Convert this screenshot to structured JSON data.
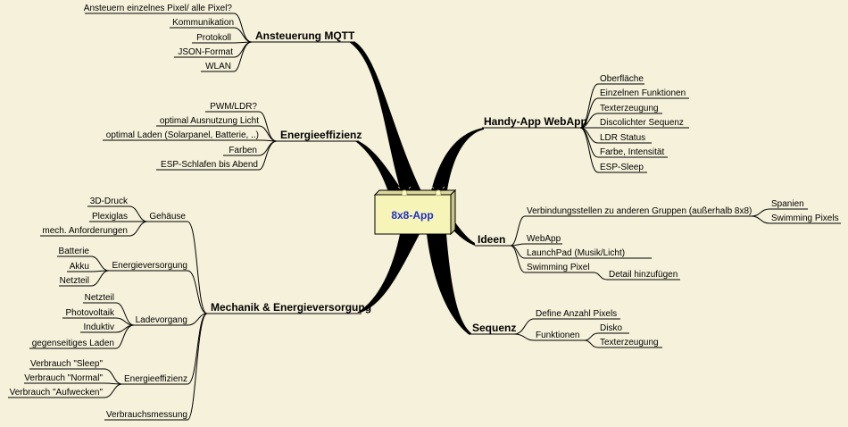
{
  "colors": {
    "background": "#f6f1da",
    "center_fill": "#f7f4b8",
    "center_text": "#1c2fc7",
    "lines": "#000000"
  },
  "center": {
    "label": "8x8-App"
  },
  "branches": {
    "mqtt": {
      "title": "Ansteuerung MQTT",
      "items": [
        "Ansteuern einzelnes Pixel/ alle Pixel?",
        "Kommunikation",
        "Protokoll",
        "JSON-Format",
        "WLAN"
      ]
    },
    "energy": {
      "title": "Energieeffizienz",
      "items": [
        "PWM/LDR?",
        "optimal Ausnutzung Licht",
        "optimal Laden (Solarpanel, Batterie, ..)",
        "Farben",
        "ESP-Schlafen bis Abend"
      ]
    },
    "mechanics": {
      "title": "Mechanik & Energieversorgung",
      "groups": {
        "gehaeuse": {
          "label": "Gehäuse",
          "items": [
            "3D-Druck",
            "Plexiglas",
            "mech. Anforderungen"
          ]
        },
        "versorgung": {
          "label": "Energieversorgung",
          "items": [
            "Batterie",
            "Akku",
            "Netzteil"
          ]
        },
        "laden": {
          "label": "Ladevorgang",
          "items": [
            "Netzteil",
            "Photovoltaik",
            "Induktiv",
            "gegenseitiges Laden"
          ]
        },
        "effizienz": {
          "label": "Energieeffizienz",
          "items": [
            "Verbrauch \"Sleep\"",
            "Verbrauch \"Normal\"",
            "Verbrauch \"Aufwecken\""
          ]
        },
        "messung": {
          "label": "Verbrauchsmessung"
        }
      }
    },
    "webapp": {
      "title": "Handy-App WebApp",
      "items": [
        "Oberfläche",
        "Einzelnen Funktionen",
        "Texterzeugung",
        "Discolichter Sequenz",
        "LDR Status",
        "Farbe, Intensität",
        "ESP-Sleep"
      ]
    },
    "ideen": {
      "title": "Ideen",
      "connections": {
        "label": "Verbindungsstellen zu anderen Gruppen (außerhalb 8x8)",
        "items": [
          "Spanien",
          "Swimming Pixels"
        ]
      },
      "items": [
        "WebApp",
        "LaunchPad (Musik/Licht)"
      ],
      "swimming": {
        "label": "Swimming Pixel",
        "detail": "Detail hinzufügen"
      }
    },
    "sequenz": {
      "title": "Sequenz",
      "items": [
        "Define Anzahl Pixels"
      ],
      "funktionen": {
        "label": "Funktionen",
        "items": [
          "Disko",
          "Texterzeugung"
        ]
      }
    }
  }
}
